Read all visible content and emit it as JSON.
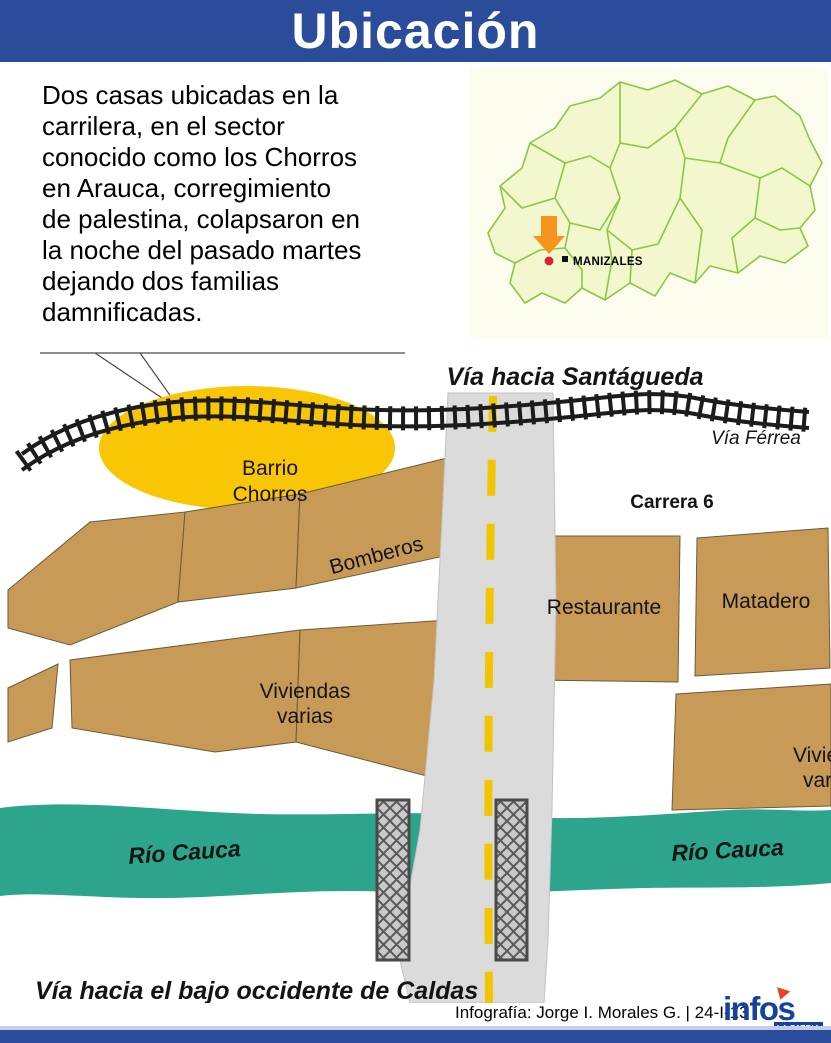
{
  "header": {
    "title": "Ubicación"
  },
  "intro": {
    "lines": [
      "Dos casas ubicadas en la",
      "carrilera, en el sector",
      "conocido como los Chorros",
      "en Arauca, corregimiento",
      "de palestina, colapsaron en",
      "la noche del pasado martes",
      "dejando dos familias",
      "damnificadas."
    ]
  },
  "inset_map": {
    "city": "MANIZALES"
  },
  "map": {
    "road_top": "Vía hacia Santágueda",
    "railway": "Vía Férrea",
    "barrio1": "Barrio",
    "barrio2": "Chorros",
    "carrera": "Carrera 6",
    "bomberos": "Bomberos",
    "restaurante": "Restaurante",
    "matadero": "Matadero",
    "viviendas1": "Viviendas",
    "viviendas2": "varias",
    "viviendas_right1": "Viviendas",
    "viviendas_right2": "varias",
    "rio_left": "Río Cauca",
    "rio_right": "Río Cauca",
    "road_bottom": "Vía hacia el bajo occidente de Caldas"
  },
  "footer": {
    "credit": "Infografía: Jorge I. Morales G. | 24-I-13",
    "logo": "infos",
    "logo_sub": "LA PATRIA"
  },
  "colors": {
    "header_blue": "#2B4C9B",
    "block_tan": "#C79A58",
    "river_teal": "#2CA58C",
    "highlight_yellow": "#F9C606",
    "road_gray": "#DBDBDB",
    "dash_yellow": "#F2C500",
    "inset_fill": "#F3F7CD",
    "inset_stroke": "#8CC643",
    "arrow_orange": "#F7941D",
    "dot_red": "#E31F26"
  }
}
